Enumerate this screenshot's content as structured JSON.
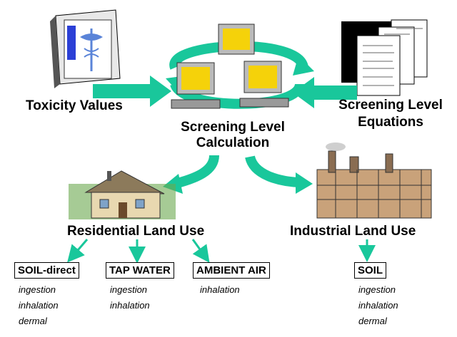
{
  "labels": {
    "toxicity": "Toxicity Values",
    "equations_line1": "Screening Level",
    "equations_line2": "Equations",
    "calc_line1": "Screening Level",
    "calc_line2": "Calculation",
    "residential": "Residential Land Use",
    "industrial": "Industrial Land Use"
  },
  "residential_boxes": [
    {
      "title": "SOIL-direct",
      "items": [
        "ingestion",
        "inhalation",
        "dermal"
      ]
    },
    {
      "title": "TAP WATER",
      "items": [
        "ingestion",
        "inhalation"
      ]
    },
    {
      "title": "AMBIENT AIR",
      "items": [
        "inhalation"
      ]
    }
  ],
  "industrial_box": {
    "title": "SOIL",
    "items": [
      "ingestion",
      "inhalation",
      "dermal"
    ]
  },
  "colors": {
    "arrow": "#19c79b",
    "arrow_dark": "#0fa67f"
  }
}
